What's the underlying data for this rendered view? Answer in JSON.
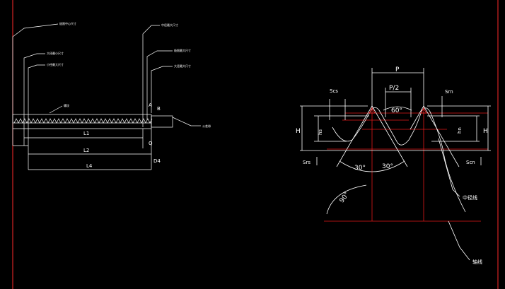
{
  "colors": {
    "background": "#000000",
    "line": "#ffffff",
    "accent": "#ff2a2a",
    "centerline": "#e01818"
  },
  "left_drawing": {
    "leader_labels": [
      "极限中心尺寸",
      "大径最小尺寸",
      "小径最大尺寸",
      "中径最大尺寸",
      "极限最大尺寸",
      "大径最大尺寸"
    ],
    "thread_label": "螺纹",
    "tolerance_label": "公差带",
    "dimensions": [
      "L1",
      "L2",
      "L4",
      "D4",
      "A",
      "B",
      "Q"
    ]
  },
  "right_drawing": {
    "pitch": "P",
    "half_pitch": "P/2",
    "thread_angle": "60°",
    "half_angle_left": "30°",
    "half_angle_right": "30°",
    "axis_angle": "90°",
    "height": "H",
    "height_right": "H",
    "hs": "hs",
    "hn": "hn",
    "scs": "Scs",
    "srs": "Srs",
    "srn": "Srn",
    "scn": "Scn",
    "pitch_line_label": "中径线",
    "axis_label": "轴线"
  }
}
